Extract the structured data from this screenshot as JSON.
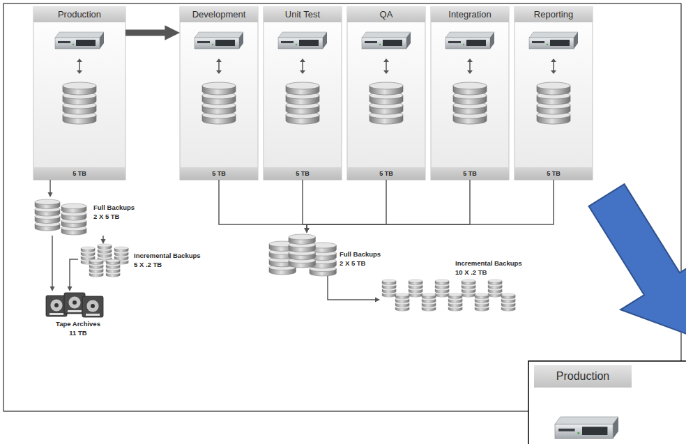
{
  "diagram": {
    "nodes": [
      {
        "text": [
          "Production",
          "5 TB"
        ]
      },
      {
        "text": [
          "Development",
          "5 TB"
        ]
      },
      {
        "text": [
          "Unit Test",
          "5 TB"
        ]
      },
      {
        "text": [
          "QA",
          "5 TB"
        ]
      },
      {
        "text": [
          "Integration",
          "5 TB"
        ]
      },
      {
        "text": [
          "Reporting",
          "5 TB"
        ]
      },
      {
        "text": [
          "Full Backups",
          "2 X 5 TB"
        ]
      },
      {
        "text": [
          "Incremental Backups",
          "5 X .2 TB"
        ]
      },
      {
        "text": [
          "Tape Archives",
          "11 TB"
        ]
      },
      {
        "text": [
          "Full Backups",
          "2 X 5 TB"
        ]
      },
      {
        "text": [
          "Incremental Backups",
          "10 X .2 TB"
        ]
      },
      {
        "text": [
          "Production"
        ]
      }
    ],
    "edges": [
      {
        "from": 0,
        "to": 1,
        "arrow": "to"
      },
      {
        "from": 0,
        "to": 6,
        "arrow": "to"
      },
      {
        "from": 6,
        "to": 7,
        "arrow": "to"
      },
      {
        "from": 6,
        "to": 8,
        "arrow": "to"
      },
      {
        "from": 7,
        "to": 8,
        "arrow": "to"
      },
      {
        "from": 1,
        "to": 9,
        "arrow": "to"
      },
      {
        "from": 2,
        "to": 9,
        "arrow": "to"
      },
      {
        "from": 3,
        "to": 9,
        "arrow": "to"
      },
      {
        "from": 4,
        "to": 9,
        "arrow": "to"
      },
      {
        "from": 5,
        "to": 9,
        "arrow": "to"
      },
      {
        "from": 9,
        "to": 10,
        "arrow": "to"
      }
    ]
  }
}
